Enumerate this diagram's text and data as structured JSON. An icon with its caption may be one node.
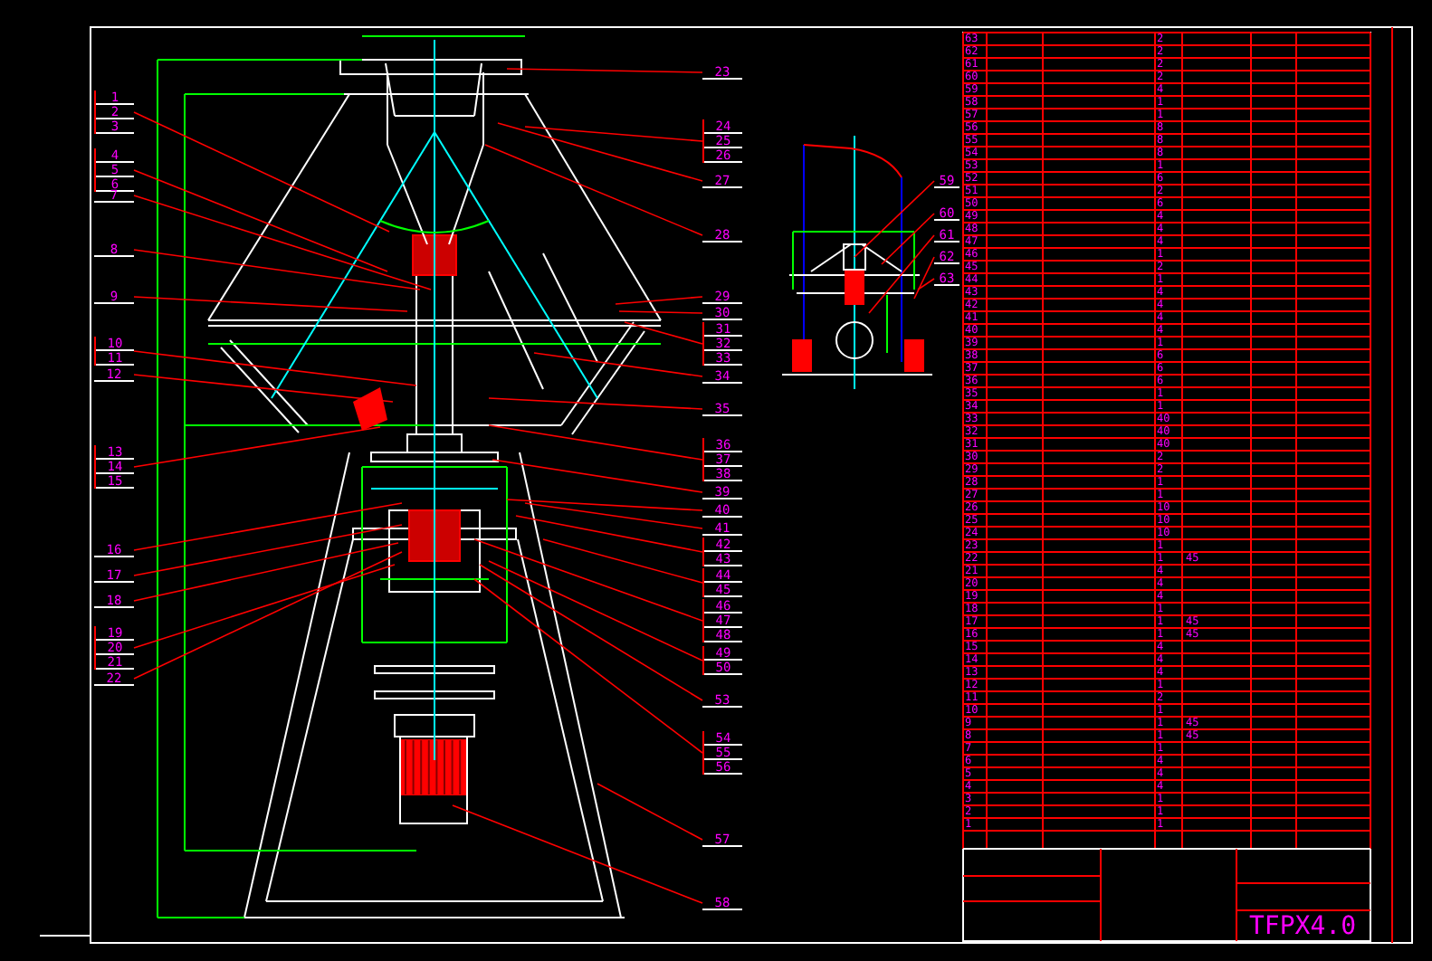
{
  "diagram": {
    "nodes": [
      {
        "text": [
          "1",
          "2",
          "3"
        ]
      },
      {
        "text": [
          "4",
          "5",
          "6"
        ]
      },
      {
        "text": [
          "7"
        ]
      },
      {
        "text": [
          "8"
        ]
      },
      {
        "text": [
          "9"
        ]
      },
      {
        "text": [
          "10",
          "11"
        ]
      },
      {
        "text": [
          "12"
        ]
      },
      {
        "text": [
          "13",
          "14",
          "15"
        ]
      },
      {
        "text": [
          "16"
        ]
      },
      {
        "text": [
          "17"
        ]
      },
      {
        "text": [
          "18"
        ]
      },
      {
        "text": [
          "19",
          "20",
          "21"
        ]
      },
      {
        "text": [
          "22"
        ]
      },
      {
        "text": [
          "23"
        ]
      },
      {
        "text": [
          "24",
          "25",
          "26"
        ]
      },
      {
        "text": [
          "27"
        ]
      },
      {
        "text": [
          "28"
        ]
      },
      {
        "text": [
          "29"
        ]
      },
      {
        "text": [
          "30"
        ]
      },
      {
        "text": [
          "31",
          "32",
          "33"
        ]
      },
      {
        "text": [
          "34"
        ]
      },
      {
        "text": [
          "35"
        ]
      },
      {
        "text": [
          "36",
          "37",
          "38"
        ]
      },
      {
        "text": [
          "39"
        ]
      },
      {
        "text": [
          "40"
        ]
      },
      {
        "text": [
          "41"
        ]
      },
      {
        "text": [
          "42",
          "43"
        ]
      },
      {
        "text": [
          "44",
          "45"
        ]
      },
      {
        "text": [
          "46",
          "47",
          "48"
        ]
      },
      {
        "text": [
          "49",
          "50"
        ]
      },
      {
        "text": [
          "53"
        ]
      },
      {
        "text": [
          "54",
          "55",
          "56"
        ]
      },
      {
        "text": [
          "57"
        ]
      },
      {
        "text": [
          "58"
        ]
      },
      {
        "text": [
          "59"
        ]
      },
      {
        "text": [
          "60"
        ]
      },
      {
        "text": [
          "61"
        ]
      },
      {
        "text": [
          "62"
        ]
      },
      {
        "text": [
          "63"
        ]
      }
    ],
    "edges": [
      {
        "from": 0,
        "to": null,
        "arrow": "none"
      },
      {
        "from": 1,
        "to": null,
        "arrow": "none"
      },
      {
        "from": 2,
        "to": null,
        "arrow": "none"
      },
      {
        "from": 3,
        "to": null,
        "arrow": "none"
      },
      {
        "from": 4,
        "to": null,
        "arrow": "none"
      },
      {
        "from": 5,
        "to": null,
        "arrow": "none"
      },
      {
        "from": 6,
        "to": null,
        "arrow": "none"
      },
      {
        "from": 7,
        "to": null,
        "arrow": "none"
      },
      {
        "from": 8,
        "to": null,
        "arrow": "none"
      },
      {
        "from": 9,
        "to": null,
        "arrow": "none"
      },
      {
        "from": 10,
        "to": null,
        "arrow": "none"
      },
      {
        "from": 11,
        "to": null,
        "arrow": "none"
      },
      {
        "from": 12,
        "to": null,
        "arrow": "none"
      },
      {
        "from": 13,
        "to": null,
        "arrow": "none"
      },
      {
        "from": 14,
        "to": null,
        "arrow": "none"
      },
      {
        "from": 15,
        "to": null,
        "arrow": "none"
      },
      {
        "from": 16,
        "to": null,
        "arrow": "none"
      },
      {
        "from": 17,
        "to": null,
        "arrow": "none"
      },
      {
        "from": 18,
        "to": null,
        "arrow": "none"
      },
      {
        "from": 19,
        "to": null,
        "arrow": "none"
      },
      {
        "from": 20,
        "to": null,
        "arrow": "none"
      },
      {
        "from": 21,
        "to": null,
        "arrow": "none"
      },
      {
        "from": 22,
        "to": null,
        "arrow": "none"
      },
      {
        "from": 23,
        "to": null,
        "arrow": "none"
      },
      {
        "from": 24,
        "to": null,
        "arrow": "none"
      },
      {
        "from": 25,
        "to": null,
        "arrow": "none"
      },
      {
        "from": 26,
        "to": null,
        "arrow": "none"
      },
      {
        "from": 27,
        "to": null,
        "arrow": "none"
      },
      {
        "from": 28,
        "to": null,
        "arrow": "none"
      },
      {
        "from": 29,
        "to": null,
        "arrow": "none"
      },
      {
        "from": 30,
        "to": null,
        "arrow": "none"
      },
      {
        "from": 31,
        "to": null,
        "arrow": "none"
      },
      {
        "from": 32,
        "to": null,
        "arrow": "none"
      },
      {
        "from": 33,
        "to": null,
        "arrow": "none"
      },
      {
        "from": 34,
        "to": null,
        "arrow": "none"
      },
      {
        "from": 35,
        "to": null,
        "arrow": "none"
      },
      {
        "from": 36,
        "to": null,
        "arrow": "none"
      },
      {
        "from": 37,
        "to": null,
        "arrow": "none"
      },
      {
        "from": 38,
        "to": null,
        "arrow": "none"
      }
    ],
    "labels": [
      "63",
      "2",
      "62",
      "2",
      "61",
      "2",
      "60",
      "2",
      "59",
      "4",
      "58",
      "1",
      "57",
      "1",
      "56",
      "8",
      "55",
      "8",
      "54",
      "8",
      "53",
      "1",
      "52",
      "6",
      "51",
      "2",
      "50",
      "6",
      "49",
      "4",
      "48",
      "4",
      "47",
      "4",
      "46",
      "1",
      "45",
      "2",
      "44",
      "1",
      "43",
      "4",
      "42",
      "4",
      "41",
      "4",
      "40",
      "4",
      "39",
      "1",
      "38",
      "6",
      "37",
      "6",
      "36",
      "6",
      "35",
      "1",
      "34",
      "1",
      "33",
      "40",
      "32",
      "40",
      "31",
      "40",
      "30",
      "2",
      "29",
      "2",
      "28",
      "1",
      "27",
      "1",
      "26",
      "10",
      "25",
      "10",
      "24",
      "10",
      "23",
      "1",
      "22",
      "1",
      "45",
      "21",
      "4",
      "20",
      "4",
      "19",
      "4",
      "18",
      "1",
      "17",
      "1",
      "45",
      "16",
      "1",
      "45",
      "15",
      "4",
      "14",
      "4",
      "13",
      "4",
      "12",
      "1",
      "11",
      "2",
      "10",
      "1",
      "9",
      "1",
      "45",
      "8",
      "1",
      "45",
      "7",
      "1",
      "6",
      "4",
      "5",
      "4",
      "4",
      "4",
      "3",
      "1",
      "2",
      "1",
      "1",
      "1",
      "TFPX4.0"
    ]
  }
}
